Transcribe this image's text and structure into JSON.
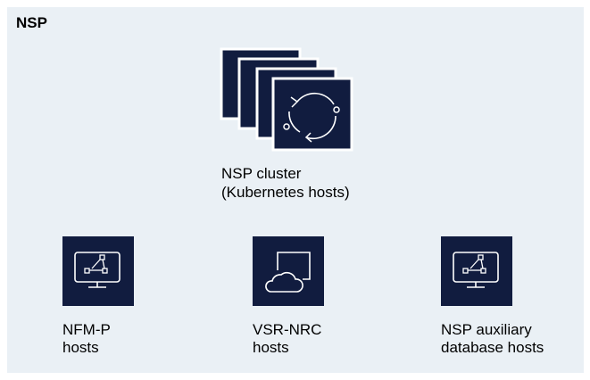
{
  "title": "NSP",
  "colors": {
    "panel_bg": "#eaf0f5",
    "tile": "#111c3f",
    "icon_stroke": "#ffffff"
  },
  "cluster": {
    "icon": "kubernetes-cluster-icon",
    "label_line1": "NSP cluster",
    "label_line2": "(Kubernetes hosts)"
  },
  "hosts": [
    {
      "icon": "monitor-network-icon",
      "line1": "NFM-P",
      "line2": "hosts"
    },
    {
      "icon": "cloud-window-icon",
      "line1": "VSR-NRC",
      "line2": "hosts"
    },
    {
      "icon": "monitor-network-icon",
      "line1": "NSP auxiliary",
      "line2": "database hosts"
    }
  ]
}
